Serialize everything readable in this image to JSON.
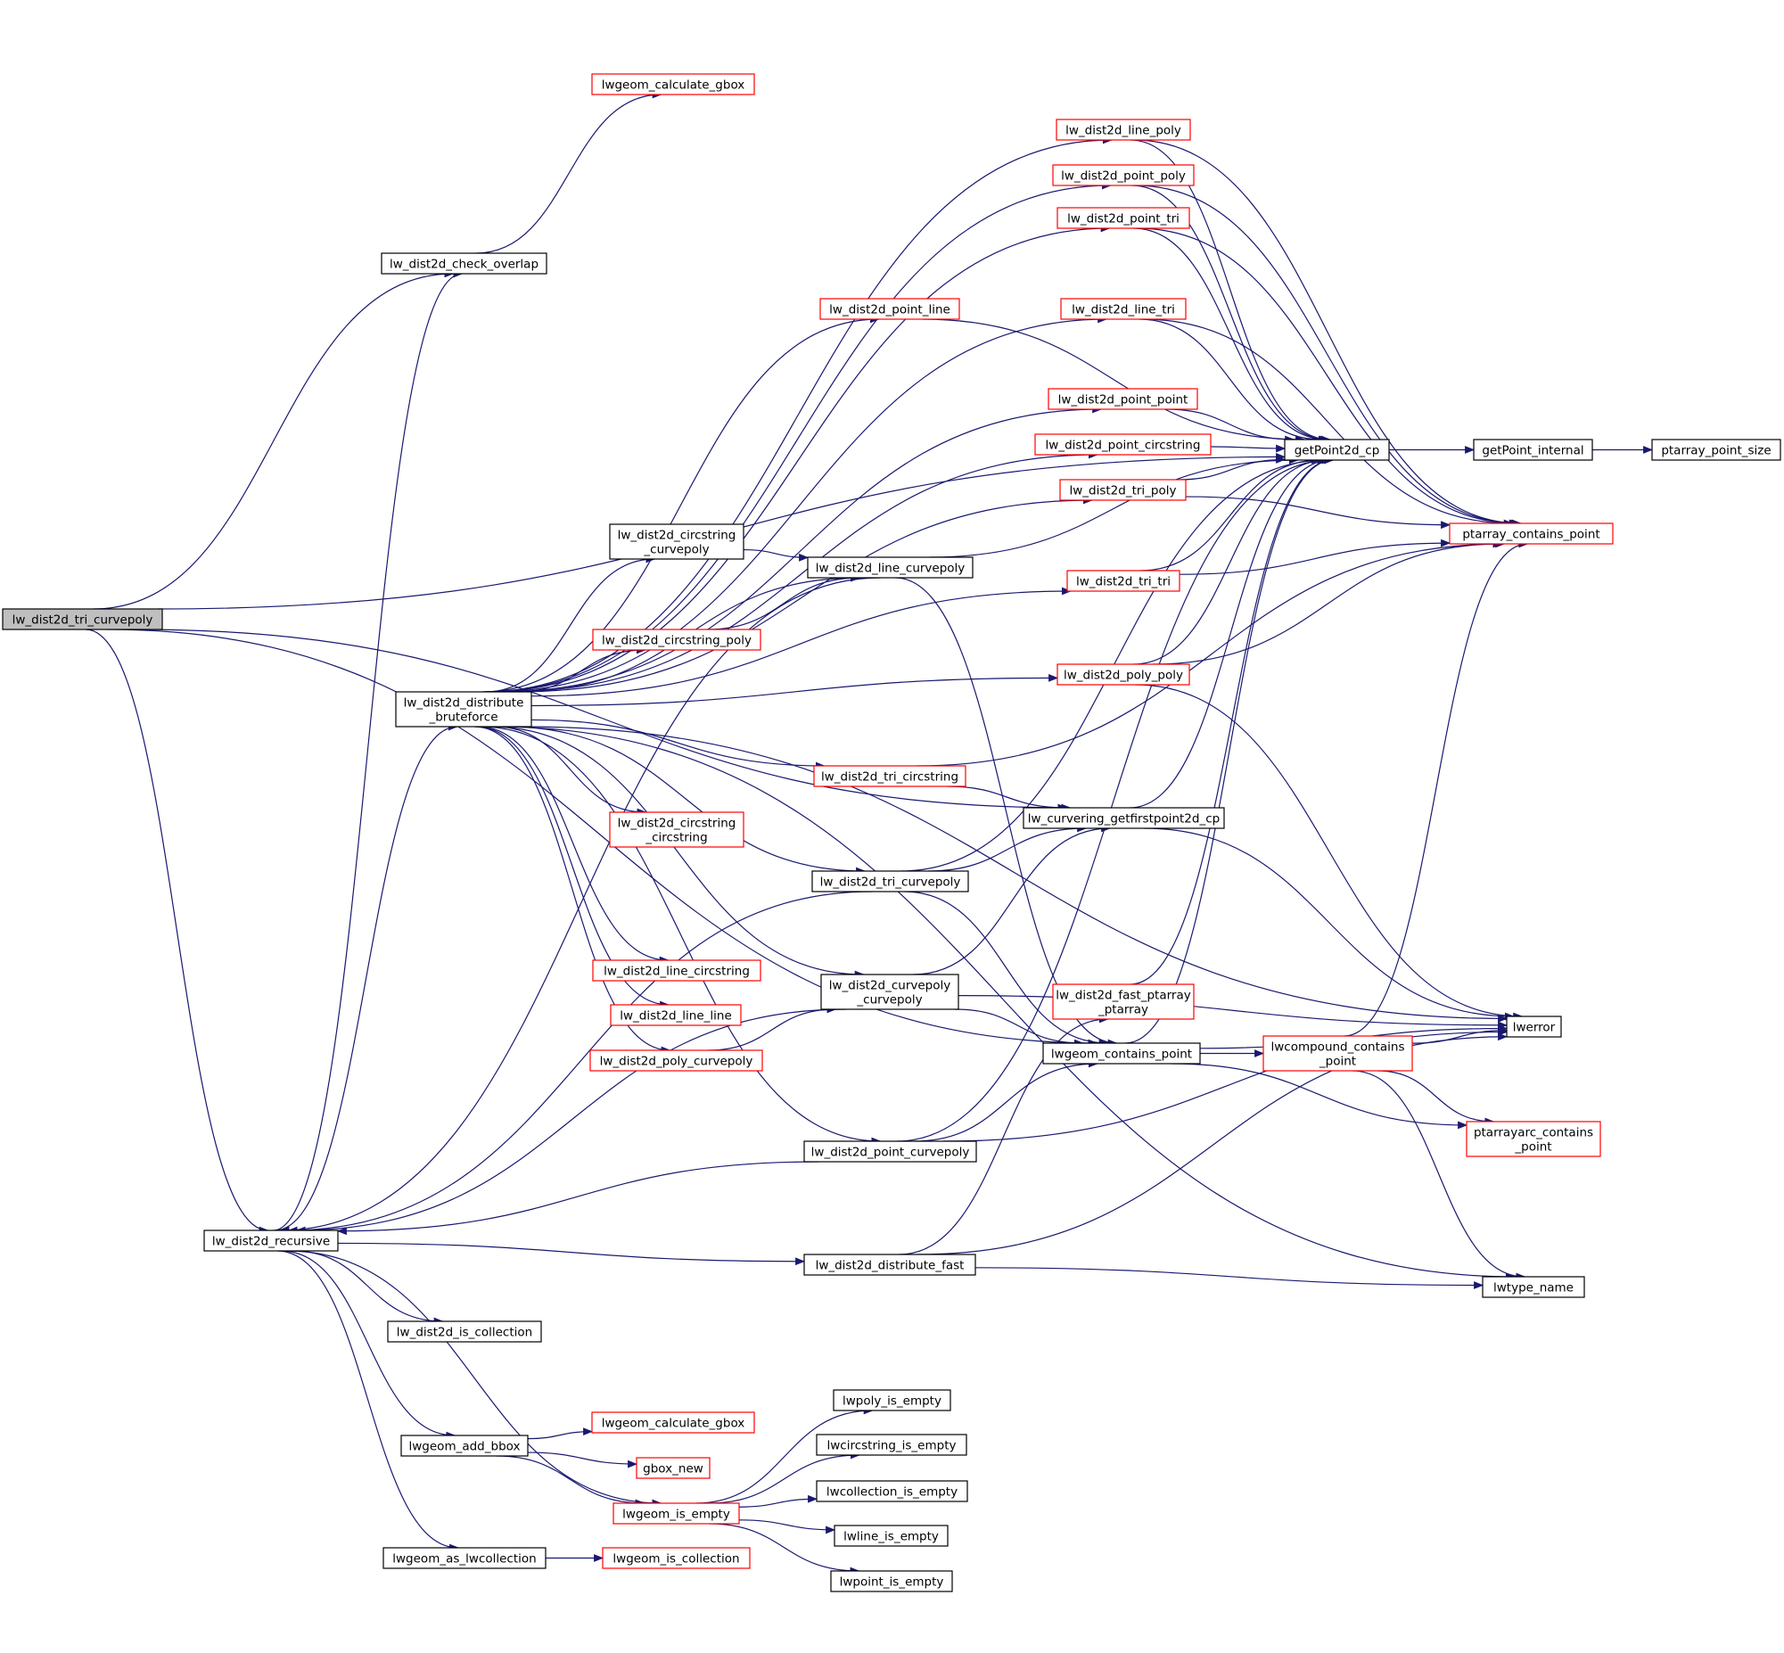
{
  "colors": {
    "edge": "#191970",
    "node_border_default": "#000000",
    "node_border_truncated": "#ff0000",
    "node_fill_root": "#bfbfbf",
    "node_fill": "#ffffff"
  },
  "nodes": [
    {
      "id": "root",
      "lines": [
        "lw_dist2d_tri_curvepoly"
      ],
      "style": "root"
    },
    {
      "id": "recursive",
      "lines": [
        "lw_dist2d_recursive"
      ],
      "style": "normal"
    },
    {
      "id": "check_overlap",
      "lines": [
        "lw_dist2d_check_overlap"
      ],
      "style": "normal"
    },
    {
      "id": "calc_gbox_top",
      "lines": [
        "lwgeom_calculate_gbox"
      ],
      "style": "red"
    },
    {
      "id": "brute",
      "lines": [
        "lw_dist2d_distribute",
        "_bruteforce"
      ],
      "style": "normal"
    },
    {
      "id": "line_poly",
      "lines": [
        "lw_dist2d_line_poly"
      ],
      "style": "red"
    },
    {
      "id": "point_poly",
      "lines": [
        "lw_dist2d_point_poly"
      ],
      "style": "red"
    },
    {
      "id": "point_tri",
      "lines": [
        "lw_dist2d_point_tri"
      ],
      "style": "red"
    },
    {
      "id": "point_line",
      "lines": [
        "lw_dist2d_point_line"
      ],
      "style": "red"
    },
    {
      "id": "line_tri",
      "lines": [
        "lw_dist2d_line_tri"
      ],
      "style": "red"
    },
    {
      "id": "point_point",
      "lines": [
        "lw_dist2d_point_point"
      ],
      "style": "red"
    },
    {
      "id": "point_circstring",
      "lines": [
        "lw_dist2d_point_circstring"
      ],
      "style": "red"
    },
    {
      "id": "tri_poly",
      "lines": [
        "lw_dist2d_tri_poly"
      ],
      "style": "red"
    },
    {
      "id": "circstring_curvepoly",
      "lines": [
        "lw_dist2d_circstring",
        "_curvepoly"
      ],
      "style": "normal"
    },
    {
      "id": "line_curvepoly",
      "lines": [
        "lw_dist2d_line_curvepoly"
      ],
      "style": "normal"
    },
    {
      "id": "tri_tri",
      "lines": [
        "lw_dist2d_tri_tri"
      ],
      "style": "red"
    },
    {
      "id": "circstring_poly",
      "lines": [
        "lw_dist2d_circstring_poly"
      ],
      "style": "red"
    },
    {
      "id": "poly_poly",
      "lines": [
        "lw_dist2d_poly_poly"
      ],
      "style": "red"
    },
    {
      "id": "tri_circstring",
      "lines": [
        "lw_dist2d_tri_circstring"
      ],
      "style": "red"
    },
    {
      "id": "circstring_circstring",
      "lines": [
        "lw_dist2d_circstring",
        "_circstring"
      ],
      "style": "red"
    },
    {
      "id": "curvering_first",
      "lines": [
        "lw_curvering_getfirstpoint2d_cp"
      ],
      "style": "normal"
    },
    {
      "id": "tri_curvepoly",
      "lines": [
        "lw_dist2d_tri_curvepoly"
      ],
      "style": "normal"
    },
    {
      "id": "line_circstring",
      "lines": [
        "lw_dist2d_line_circstring"
      ],
      "style": "red"
    },
    {
      "id": "curvepoly_curvepoly",
      "lines": [
        "lw_dist2d_curvepoly",
        "_curvepoly"
      ],
      "style": "normal"
    },
    {
      "id": "fast_ptarray",
      "lines": [
        "lw_dist2d_fast_ptarray",
        "_ptarray"
      ],
      "style": "red"
    },
    {
      "id": "line_line",
      "lines": [
        "lw_dist2d_line_line"
      ],
      "style": "red"
    },
    {
      "id": "poly_curvepoly",
      "lines": [
        "lw_dist2d_poly_curvepoly"
      ],
      "style": "red"
    },
    {
      "id": "contains_point",
      "lines": [
        "lwgeom_contains_point"
      ],
      "style": "normal"
    },
    {
      "id": "compound_contains",
      "lines": [
        "lwcompound_contains",
        "_point"
      ],
      "style": "red"
    },
    {
      "id": "point_curvepoly",
      "lines": [
        "lw_dist2d_point_curvepoly"
      ],
      "style": "normal"
    },
    {
      "id": "ptarrayarc",
      "lines": [
        "ptarrayarc_contains",
        "_point"
      ],
      "style": "red"
    },
    {
      "id": "distribute_fast",
      "lines": [
        "lw_dist2d_distribute_fast"
      ],
      "style": "normal"
    },
    {
      "id": "lwtype_name",
      "lines": [
        "lwtype_name"
      ],
      "style": "normal"
    },
    {
      "id": "lwerror",
      "lines": [
        "lwerror"
      ],
      "style": "normal"
    },
    {
      "id": "getpoint2d",
      "lines": [
        "getPoint2d_cp"
      ],
      "style": "normal"
    },
    {
      "id": "getpoint_internal",
      "lines": [
        "getPoint_internal"
      ],
      "style": "normal"
    },
    {
      "id": "ptarray_point_size",
      "lines": [
        "ptarray_point_size"
      ],
      "style": "normal"
    },
    {
      "id": "ptarray_contains",
      "lines": [
        "ptarray_contains_point"
      ],
      "style": "red"
    },
    {
      "id": "is_collection",
      "lines": [
        "lw_dist2d_is_collection"
      ],
      "style": "normal"
    },
    {
      "id": "add_bbox",
      "lines": [
        "lwgeom_add_bbox"
      ],
      "style": "normal"
    },
    {
      "id": "calc_gbox_bottom",
      "lines": [
        "lwgeom_calculate_gbox"
      ],
      "style": "red"
    },
    {
      "id": "gbox_new",
      "lines": [
        "gbox_new"
      ],
      "style": "red"
    },
    {
      "id": "is_empty",
      "lines": [
        "lwgeom_is_empty"
      ],
      "style": "red"
    },
    {
      "id": "as_lwcollection",
      "lines": [
        "lwgeom_as_lwcollection"
      ],
      "style": "normal"
    },
    {
      "id": "lwgeom_is_collection",
      "lines": [
        "lwgeom_is_collection"
      ],
      "style": "red"
    },
    {
      "id": "lwpoly_is_empty",
      "lines": [
        "lwpoly_is_empty"
      ],
      "style": "normal"
    },
    {
      "id": "lwcircstring_is_empty",
      "lines": [
        "lwcircstring_is_empty"
      ],
      "style": "normal"
    },
    {
      "id": "lwcollection_is_empty",
      "lines": [
        "lwcollection_is_empty"
      ],
      "style": "normal"
    },
    {
      "id": "lwline_is_empty",
      "lines": [
        "lwline_is_empty"
      ],
      "style": "normal"
    },
    {
      "id": "lwpoint_is_empty",
      "lines": [
        "lwpoint_is_empty"
      ],
      "style": "normal"
    }
  ],
  "edges": [
    [
      "root",
      "recursive"
    ],
    [
      "root",
      "check_overlap"
    ],
    [
      "root",
      "getpoint2d"
    ],
    [
      "root",
      "curvering_first"
    ],
    [
      "root",
      "contains_point"
    ],
    [
      "recursive",
      "brute"
    ],
    [
      "recursive",
      "check_overlap"
    ],
    [
      "recursive",
      "is_collection"
    ],
    [
      "recursive",
      "add_bbox"
    ],
    [
      "recursive",
      "is_empty"
    ],
    [
      "recursive",
      "as_lwcollection"
    ],
    [
      "recursive",
      "distribute_fast"
    ],
    [
      "check_overlap",
      "calc_gbox_top"
    ],
    [
      "brute",
      "line_poly"
    ],
    [
      "brute",
      "point_poly"
    ],
    [
      "brute",
      "point_tri"
    ],
    [
      "brute",
      "point_line"
    ],
    [
      "brute",
      "line_tri"
    ],
    [
      "brute",
      "point_point"
    ],
    [
      "brute",
      "point_circstring"
    ],
    [
      "brute",
      "tri_poly"
    ],
    [
      "brute",
      "circstring_curvepoly"
    ],
    [
      "brute",
      "line_curvepoly"
    ],
    [
      "brute",
      "tri_tri"
    ],
    [
      "brute",
      "circstring_poly"
    ],
    [
      "brute",
      "poly_poly"
    ],
    [
      "brute",
      "tri_circstring"
    ],
    [
      "brute",
      "circstring_circstring"
    ],
    [
      "brute",
      "tri_curvepoly"
    ],
    [
      "brute",
      "curvepoly_curvepoly"
    ],
    [
      "brute",
      "line_circstring"
    ],
    [
      "brute",
      "line_line"
    ],
    [
      "brute",
      "poly_curvepoly"
    ],
    [
      "brute",
      "point_curvepoly"
    ],
    [
      "brute",
      "lwtype_name"
    ],
    [
      "brute",
      "lwerror"
    ],
    [
      "line_poly",
      "getpoint2d"
    ],
    [
      "line_poly",
      "ptarray_contains"
    ],
    [
      "point_poly",
      "getpoint2d"
    ],
    [
      "point_poly",
      "ptarray_contains"
    ],
    [
      "point_tri",
      "getpoint2d"
    ],
    [
      "point_tri",
      "ptarray_contains"
    ],
    [
      "point_line",
      "getpoint2d"
    ],
    [
      "line_tri",
      "getpoint2d"
    ],
    [
      "line_tri",
      "ptarray_contains"
    ],
    [
      "point_point",
      "getpoint2d"
    ],
    [
      "point_circstring",
      "getpoint2d"
    ],
    [
      "tri_poly",
      "getpoint2d"
    ],
    [
      "tri_poly",
      "ptarray_contains"
    ],
    [
      "circstring_curvepoly",
      "line_curvepoly"
    ],
    [
      "line_curvepoly",
      "getpoint2d"
    ],
    [
      "line_curvepoly",
      "recursive"
    ],
    [
      "line_curvepoly",
      "contains_point"
    ],
    [
      "tri_tri",
      "getpoint2d"
    ],
    [
      "tri_tri",
      "ptarray_contains"
    ],
    [
      "circstring_poly",
      "line_curvepoly"
    ],
    [
      "poly_poly",
      "getpoint2d"
    ],
    [
      "poly_poly",
      "ptarray_contains"
    ],
    [
      "poly_poly",
      "lwerror"
    ],
    [
      "tri_circstring",
      "ptarray_contains"
    ],
    [
      "tri_circstring",
      "curvering_first"
    ],
    [
      "curvering_first",
      "getpoint2d"
    ],
    [
      "curvering_first",
      "lwerror"
    ],
    [
      "tri_curvepoly",
      "getpoint2d"
    ],
    [
      "tri_curvepoly",
      "curvering_first"
    ],
    [
      "tri_curvepoly",
      "recursive"
    ],
    [
      "tri_curvepoly",
      "contains_point"
    ],
    [
      "curvepoly_curvepoly",
      "curvering_first"
    ],
    [
      "curvepoly_curvepoly",
      "recursive"
    ],
    [
      "curvepoly_curvepoly",
      "contains_point"
    ],
    [
      "curvepoly_curvepoly",
      "lwerror"
    ],
    [
      "poly_curvepoly",
      "curvepoly_curvepoly"
    ],
    [
      "point_curvepoly",
      "getpoint2d"
    ],
    [
      "point_curvepoly",
      "recursive"
    ],
    [
      "point_curvepoly",
      "contains_point"
    ],
    [
      "point_curvepoly",
      "lwerror"
    ],
    [
      "fast_ptarray",
      "getpoint2d"
    ],
    [
      "contains_point",
      "getpoint2d"
    ],
    [
      "contains_point",
      "lwerror"
    ],
    [
      "contains_point",
      "compound_contains"
    ],
    [
      "contains_point",
      "ptarrayarc"
    ],
    [
      "compound_contains",
      "lwerror"
    ],
    [
      "compound_contains",
      "ptarray_contains"
    ],
    [
      "compound_contains",
      "ptarrayarc"
    ],
    [
      "compound_contains",
      "lwtype_name"
    ],
    [
      "distribute_fast",
      "fast_ptarray"
    ],
    [
      "distribute_fast",
      "lwerror"
    ],
    [
      "distribute_fast",
      "lwtype_name"
    ],
    [
      "getpoint2d",
      "getpoint_internal"
    ],
    [
      "getpoint_internal",
      "ptarray_point_size"
    ],
    [
      "add_bbox",
      "calc_gbox_bottom"
    ],
    [
      "add_bbox",
      "gbox_new"
    ],
    [
      "add_bbox",
      "is_empty"
    ],
    [
      "is_empty",
      "lwpoly_is_empty"
    ],
    [
      "is_empty",
      "lwcircstring_is_empty"
    ],
    [
      "is_empty",
      "lwcollection_is_empty"
    ],
    [
      "is_empty",
      "lwline_is_empty"
    ],
    [
      "is_empty",
      "lwpoint_is_empty"
    ],
    [
      "as_lwcollection",
      "lwgeom_is_collection"
    ]
  ]
}
